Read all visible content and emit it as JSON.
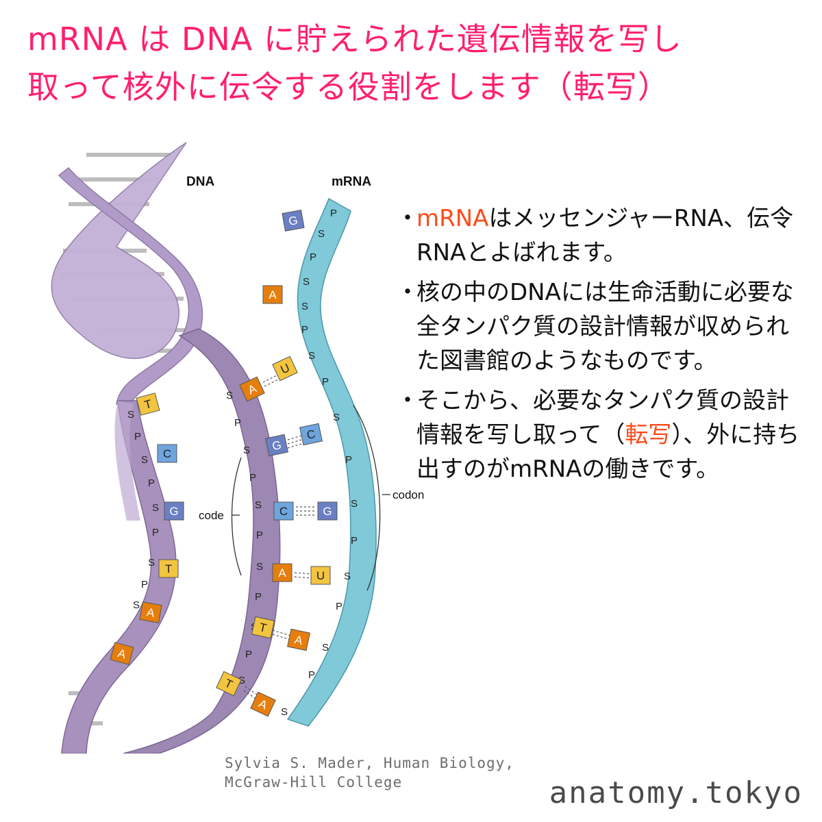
{
  "title": {
    "line1": "mRNA は DNA に貯えられた遺伝情報を写し",
    "line2": "取って核外に伝令する役割をします（転写）"
  },
  "diagram": {
    "label_dna": "DNA",
    "label_mrna": "mRNA",
    "label_code": "code",
    "label_codon": "codon",
    "sugar": "S",
    "phosphate": "P",
    "colors": {
      "dna_ribbon": "#a08ab5",
      "dna_ribbon_light": "#c3b1d6",
      "mrna_ribbon": "#7fc9d8",
      "A": "#e67e0d",
      "T": "#f2c43f",
      "U": "#f2c43f",
      "C": "#6fa5dd",
      "G": "#6b80c4",
      "rung": "#bfbfbf"
    },
    "left_strand_bases": [
      "T",
      "C",
      "G",
      "T",
      "A",
      "A"
    ],
    "template_pairs": [
      {
        "dna": "A",
        "rna": "U"
      },
      {
        "dna": "G",
        "rna": "C"
      },
      {
        "dna": "C",
        "rna": "G"
      },
      {
        "dna": "A",
        "rna": "U"
      },
      {
        "dna": "T",
        "rna": "A"
      },
      {
        "dna": "T",
        "rna": "A"
      }
    ],
    "mrna_top_bases": [
      "G",
      "A"
    ]
  },
  "bullets": [
    {
      "dot": "・",
      "parts": [
        {
          "t": "mRNA",
          "hl": true
        },
        {
          "t": "はメッセンジャーRNA、伝令RNAとよばれます。",
          "hl": false
        }
      ]
    },
    {
      "dot": "・",
      "parts": [
        {
          "t": "核の中のDNAには生命活動に必要な全タンパク質の設計情報が収められた図書館のようなものです。",
          "hl": false
        }
      ]
    },
    {
      "dot": "・",
      "parts": [
        {
          "t": "そこから、必要なタンパク質の設計情報を写し取って（",
          "hl": false
        },
        {
          "t": "転写",
          "hl": true
        },
        {
          "t": "）、外に持ち出すのがmRNAの働きです。",
          "hl": false
        }
      ]
    }
  ],
  "credit": {
    "line1": "Sylvia S. Mader, Human Biology,",
    "line2": "McGraw-Hill College"
  },
  "brand": "anatomy.tokyo"
}
